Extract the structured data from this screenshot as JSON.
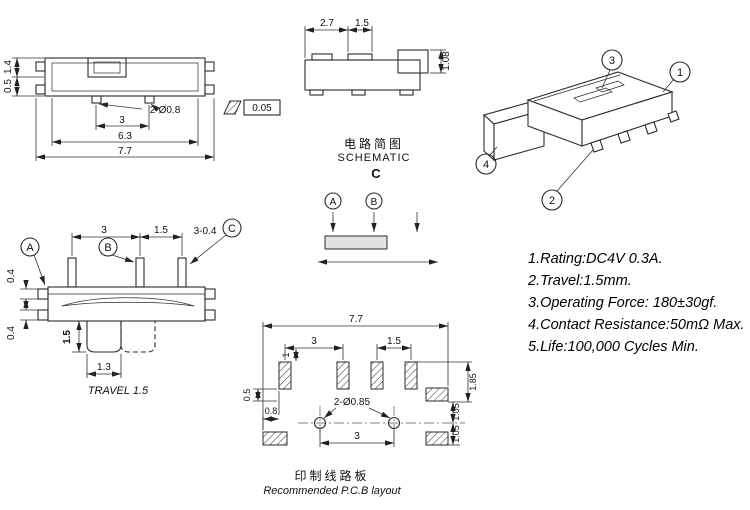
{
  "top_view": {
    "dim_height_a": "1.4",
    "dim_height_b": "0.5",
    "dim_pin_dia": "2-Ø0.8",
    "dim_pin_pitch": "3",
    "dim_inner_width": "6.3",
    "dim_overall_width": "7.7",
    "flatness_tolerance": "0.05"
  },
  "side_view": {
    "dim_a": "2.7",
    "dim_b": "1.5",
    "dim_height": "1.08"
  },
  "iso_view": {
    "balloon_1": "1",
    "balloon_2": "2",
    "balloon_3": "3",
    "balloon_4": "4"
  },
  "schematic": {
    "title_cn": "电路简图",
    "title_en": "SCHEMATIC",
    "common_label": "C",
    "terminal_a": "A",
    "terminal_b": "B"
  },
  "front_view": {
    "terminal_a": "A",
    "terminal_b": "B",
    "terminal_c": "C",
    "dim_pitch_ab": "3",
    "dim_pitch_bc": "1.5",
    "dim_pin_width": "3-0.4",
    "dim_tab_a": "0.4",
    "dim_tab_b": "0.4",
    "dim_knob_height": "1.5",
    "dim_knob_width": "1.3",
    "travel_label": "TRAVEL 1.5"
  },
  "pcb": {
    "dim_overall": "7.7",
    "dim_pitch_ab": "3",
    "dim_pitch_cd": "1.5",
    "dim_pad_len": "1",
    "dim_offset_a": "0.5",
    "dim_offset_b": "0.8",
    "dim_holes": "2-Ø0.85",
    "dim_hole_pitch": "3",
    "dim_right_a": "1.85",
    "dim_right_b": "1.05",
    "dim_right_c": "1.05",
    "title_cn": "印制线路板",
    "title_en": "Recommended P.C.B layout"
  },
  "notes": {
    "line1": "1.Rating:DC4V 0.3A.",
    "line2": "2.Travel:1.5mm.",
    "line3": "3.Operating Force: 180±30gf.",
    "line4": "4.Contact Resistance:50mΩ Max.",
    "line5": "5.Life:100,000 Cycles Min."
  }
}
